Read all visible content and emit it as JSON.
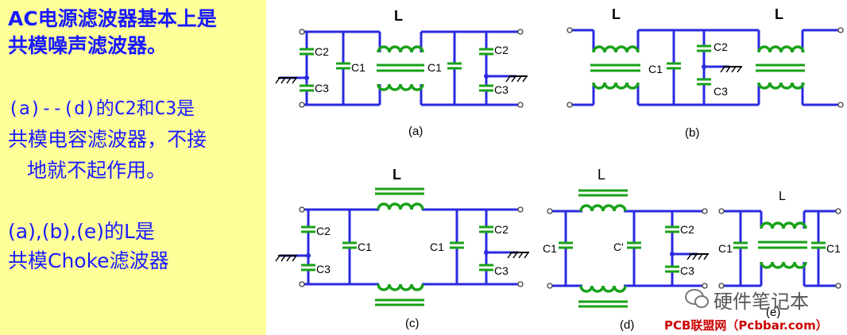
{
  "left_text": {
    "heading_line1": "AC电源滤波器基本上是",
    "heading_line2": "共模噪声滤波器。",
    "note1_line1": "(a)--(d)的C2和C3是",
    "note1_line2": "共模电容滤波器，不接",
    "note1_line3": "地就不起作用。",
    "note2_line1": "(a),(b),(e)的L是",
    "note2_line2": "共模Choke滤波器"
  },
  "circuits": {
    "a": {
      "caption": "(a)",
      "inductor": "L",
      "c2_left": "C2",
      "c3_left": "C3",
      "c1_left": "C1",
      "c1_right": "C1",
      "c2_right": "C2",
      "c3_right": "C3"
    },
    "b": {
      "caption": "(b)",
      "inductor_left": "L",
      "inductor_right": "L",
      "c1": "C1",
      "c2": "C2",
      "c3": "C3"
    },
    "c": {
      "caption": "(c)",
      "inductor": "L",
      "c2_left": "C2",
      "c3_left": "C3",
      "c1_left": "C1",
      "c1_right": "C1",
      "c2_right": "C2",
      "c3_right": "C3"
    },
    "d": {
      "caption": "(d)",
      "inductor": "L",
      "c1_left": "C1",
      "c1_mid": "C'",
      "c2": "C2",
      "c3": "C3"
    },
    "e": {
      "caption": "(e)",
      "inductor": "L",
      "c1_left": "C1",
      "c1_right": "C1"
    }
  },
  "watermark": {
    "wechat": "硬件笔记本",
    "site": "PCB联盟网（Pcbbar.com）"
  },
  "colors": {
    "panel_bg": "#ffff99",
    "text": "#1a1aff",
    "wire": "#2a2ae0",
    "component": "#19a119",
    "site_mark": "#cc0000"
  }
}
